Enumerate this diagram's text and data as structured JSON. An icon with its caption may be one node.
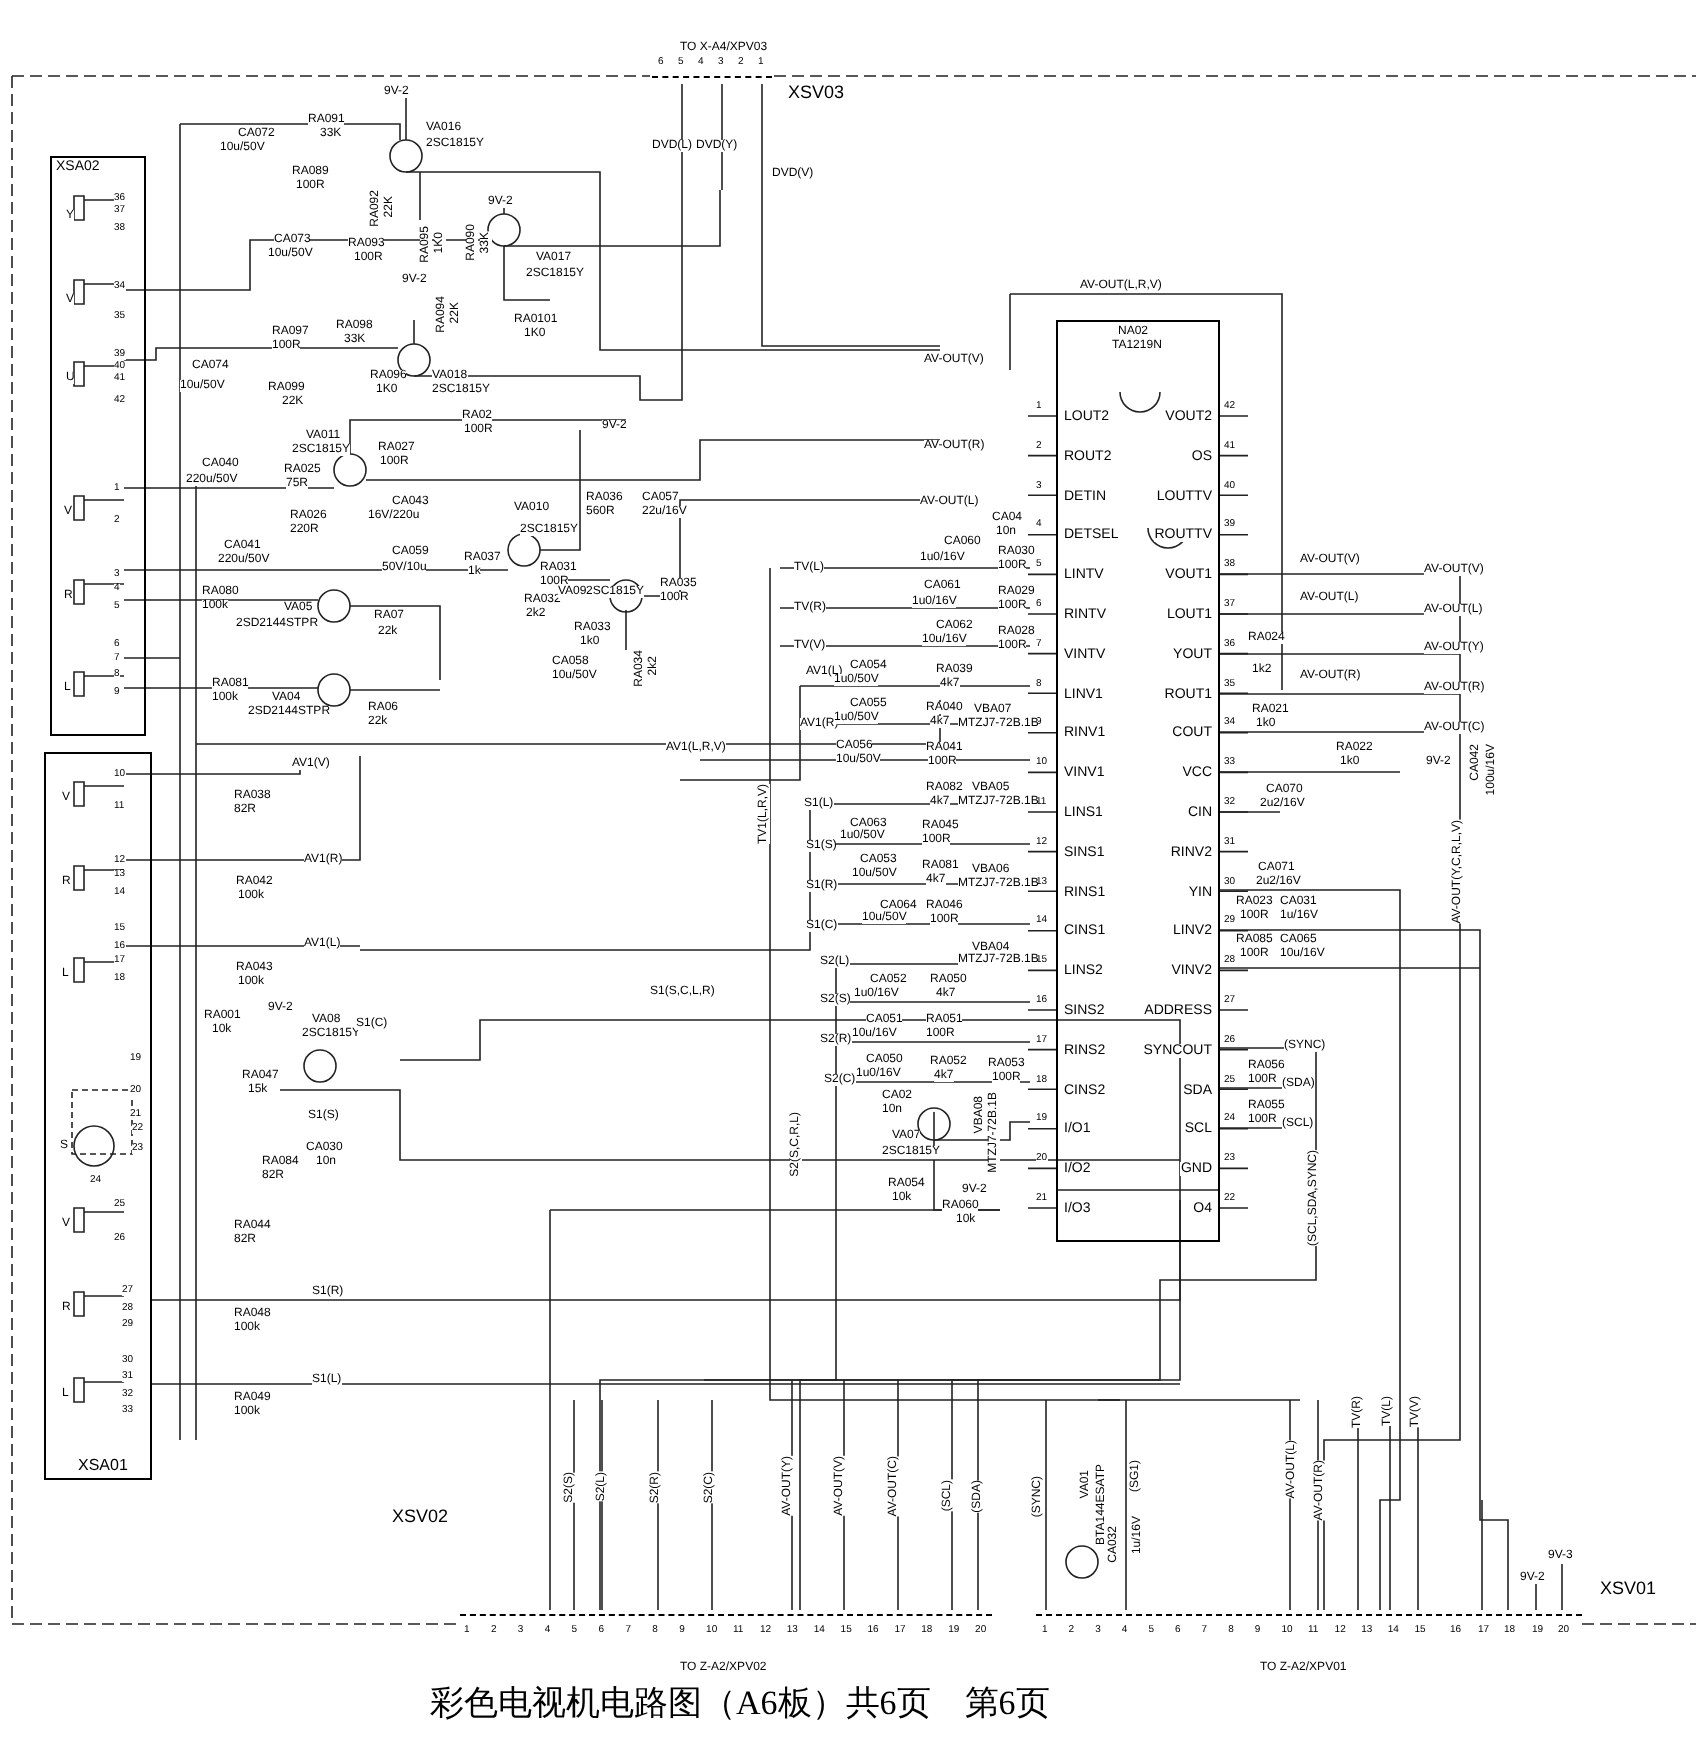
{
  "diagram": {
    "caption": "彩色电视机电路图（A6板）共6页　第6页",
    "nodes": [
      {
        "text": [
          "NA02",
          "TA1219N",
          "LOUT2",
          "ROUT2",
          "DETIN",
          "DETSEL",
          "LINTV",
          "RINTV",
          "VINTV",
          "LINV1",
          "RINV1",
          "VINV1",
          "LINS1",
          "SINS1",
          "RINS1",
          "CINS1",
          "LINS2",
          "SINS2",
          "RINS2",
          "CINS2",
          "I/O1",
          "I/O2",
          "I/O3",
          "VOUT2",
          "OS",
          "LOUTTV",
          "ROUTTV",
          "VOUT1",
          "LOUT1",
          "YOUT",
          "ROUT1",
          "COUT",
          "VCC",
          "CIN",
          "RINV2",
          "YIN",
          "LINV2",
          "VINV2",
          "ADDRESS",
          "SYNCOUT",
          "SDA",
          "SCL",
          "GND",
          "O4"
        ]
      },
      {
        "text": [
          "XSA02"
        ]
      },
      {
        "text": [
          "XSA01"
        ]
      },
      {
        "text": [
          "XSV03"
        ]
      },
      {
        "text": [
          "XSV02"
        ]
      },
      {
        "text": [
          "XSV01"
        ]
      }
    ],
    "labels": [
      "1",
      "2",
      "3",
      "4",
      "5",
      "6",
      "7",
      "8",
      "9",
      "10",
      "11",
      "12",
      "13",
      "14",
      "15",
      "16",
      "17",
      "18",
      "19",
      "20",
      "21",
      "42",
      "41",
      "40",
      "39",
      "38",
      "37",
      "36",
      "35",
      "34",
      "33",
      "32",
      "31",
      "30",
      "29",
      "28",
      "27",
      "26",
      "25",
      "24",
      "23",
      "22",
      "1",
      "2",
      "3",
      "4",
      "5",
      "6",
      "7",
      "8",
      "9",
      "10",
      "11",
      "12",
      "13",
      "14",
      "15",
      "16",
      "17",
      "18",
      "19",
      "20",
      "1",
      "2",
      "3",
      "4",
      "5",
      "6",
      "7",
      "8",
      "9",
      "10",
      "11",
      "12",
      "13",
      "14",
      "15",
      "16",
      "17",
      "18",
      "19",
      "20",
      "6",
      "5",
      "4",
      "3",
      "2",
      "1",
      "TO X-A4/XPV03",
      "DVD(L)",
      "DVD(Y)",
      "DVD(V)",
      "9V-2",
      "RA091",
      "33K",
      "VA016",
      "2SC1815Y",
      "CA072",
      "10u/50V",
      "RA089",
      "100R",
      "RA092",
      "22K",
      "RA095",
      "1K0",
      "9V-2",
      "RA090",
      "33K",
      "VA017",
      "2SC1815Y",
      "CA073",
      "10u/50V",
      "RA093",
      "100R",
      "9V-2",
      "RA094",
      "22K",
      "RA097",
      "100R",
      "RA098",
      "33K",
      "RA0101",
      "1K0",
      "CA074",
      "10u/50V",
      "RA099",
      "22K",
      "RA096",
      "1K0",
      "VA018",
      "2SC1815Y",
      "RA02",
      "100R",
      "VA011",
      "2SC1815Y",
      "RA027",
      "CA040",
      "RA025",
      "100R",
      "220u/50V",
      "75R",
      "CA043",
      "RA026",
      "16V/220u",
      "220R",
      "CA041",
      "220u/50V",
      "VA010",
      "2SC1815Y",
      "CA059",
      "50V/10u",
      "RA037",
      "1k",
      "RA031",
      "100R",
      "RA032",
      "2k2",
      "RA080",
      "100k",
      "VA05",
      "2SD2144STPR",
      "RA07",
      "22k",
      "RA081",
      "100k",
      "VA04",
      "2SD2144STPR",
      "RA06",
      "22k",
      "AV1(V)",
      "RA038",
      "82R",
      "Y",
      "V",
      "U",
      "V",
      "R",
      "L",
      "V",
      "R",
      "L",
      "S",
      "V",
      "R",
      "L",
      "36",
      "37",
      "38",
      "34",
      "35",
      "39",
      "40",
      "41",
      "42",
      "1",
      "2",
      "3",
      "4",
      "5",
      "6",
      "7",
      "8",
      "9",
      "10",
      "11",
      "12",
      "13",
      "14",
      "15",
      "16",
      "17",
      "18",
      "19",
      "20",
      "21",
      "22",
      "23",
      "24",
      "25",
      "26",
      "27",
      "28",
      "29",
      "30",
      "31",
      "32",
      "33",
      "AV1(R)",
      "RA042",
      "100k",
      "AV1(L)",
      "RA043",
      "100k",
      "RA001",
      "10k",
      "9V-2",
      "VA08",
      "2SC1815Y",
      "S1(C)",
      "RA047",
      "15k",
      "S1(S)",
      "CA030",
      "RA084",
      "10n",
      "82R",
      "RA044",
      "82R",
      "S1(R)",
      "RA048",
      "100k",
      "S1(L)",
      "RA049",
      "100k",
      "S2(S)",
      "S2(L)",
      "S2(R)",
      "S2(C)",
      "AV-OUT(Y)",
      "AV-OUT(V)",
      "AV-OUT(C)",
      "(SCL)",
      "(SDA)",
      "(SYNC)",
      "VA01",
      "BTA144ESATP",
      "(SG1)",
      "CA032",
      "1u/16V",
      "AV-OUT(L)",
      "AV-OUT(R)",
      "TV(R)",
      "TV(L)",
      "TV(V)",
      "9V-3",
      "9V-2",
      "TO Z-A2/XPV02",
      "TO Z-A2/XPV01",
      "AV-OUT(L,R,V)",
      "AV-OUT(V)",
      "AV-OUT(R)",
      "AV-OUT(L)",
      "9V-2",
      "RA036",
      "560R",
      "CA057",
      "22u/16V",
      "VA09",
      "2SC1815Y",
      "RA035",
      "100R",
      "RA033",
      "1k0",
      "CA058",
      "10u/50V",
      "RA034",
      "2k2",
      "CA04",
      "10n",
      "TV(L)",
      "CA060",
      "1u0/16V",
      "RA030",
      "100R",
      "TV(R)",
      "TV(V)",
      "CA061",
      "1u0/16V",
      "RA029",
      "100R",
      "CA062",
      "10u/16V",
      "RA028",
      "100R",
      "AV1(L)",
      "CA054",
      "1u0/50V",
      "RA039",
      "4k7",
      "AV1(R)",
      "CA055",
      "1u0/50V",
      "RA040",
      "4k7",
      "VBA07",
      "MTZJ7-72B.1B",
      "CA056",
      "10u/50V",
      "RA041",
      "100R",
      "AV1(L,R,V)",
      "S1(L)",
      "RA082",
      "4k7",
      "VBA05",
      "MTZJ7-72B.1B",
      "CA063",
      "1u0/50V",
      "TV1(L,R,V)",
      "S1(S)",
      "RA045",
      "100R",
      "CA053",
      "10u/50V",
      "S1(R)",
      "RA081",
      "4k7",
      "VBA06",
      "MTZJ7-72B.1B",
      "CA064",
      "10u/50V",
      "S1(C)",
      "RA046",
      "100R",
      "VBA04",
      "MTZJ7-72B.1B",
      "S1(S,C,L,R)",
      "S2(L)",
      "CA052",
      "1u0/16V",
      "RA050",
      "4k7",
      "S2(S)",
      "CA051",
      "10u/16V",
      "RA051",
      "100R",
      "S2(R)",
      "CA050",
      "1u0/16V",
      "RA052",
      "4k7",
      "S2(C)",
      "CA02",
      "10n",
      "RA053",
      "100R",
      "VBA08",
      "MTZJ7-72B.1B",
      "VA07",
      "2SC1815Y",
      "S2(S,C,R,L)",
      "RA054",
      "10k",
      "9V-2",
      "RA060",
      "10k",
      "AV-OUT(V)",
      "AV-OUT(L)",
      "AV-OUT(R)",
      "AV-OUT(V)",
      "AV-OUT(L)",
      "AV-OUT(Y)",
      "AV-OUT(R)",
      "AV-OUT(C)",
      "RA024",
      "1k2",
      "RA021",
      "1k0",
      "RA022",
      "1k0",
      "9V-2",
      "CA042",
      "100u/16V",
      "CA070",
      "2u2/16V",
      "AV-OUT(Y,C,R,L,V)",
      "CA071",
      "2u2/16V",
      "RA023",
      "100R",
      "CA031",
      "1u/16V",
      "RA085",
      "100R",
      "CA065",
      "10u/16V",
      "(SYNC)",
      "RA056",
      "100R",
      "(SDA)",
      "RA055",
      "100R",
      "(SCL)",
      "(SCL,SDA,SYNC)"
    ]
  }
}
